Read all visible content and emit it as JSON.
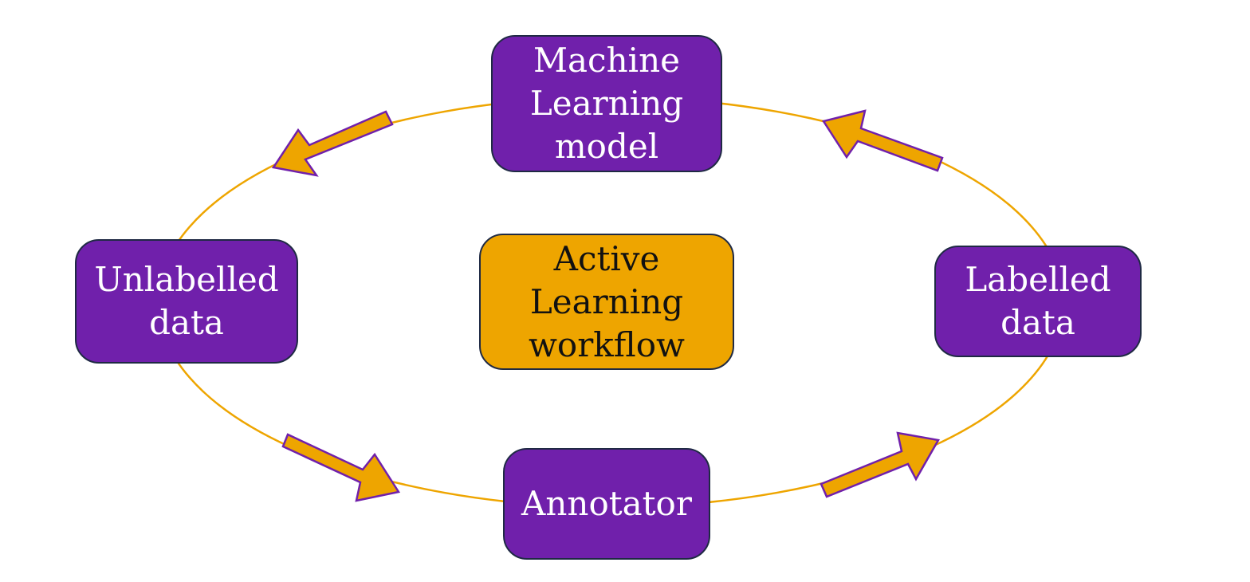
{
  "diagram": {
    "colors": {
      "node_fill": "#7020ab",
      "center_fill": "#eea500",
      "cycle_stroke": "#eea500",
      "arrow_fill": "#eea500",
      "arrow_outline": "#7020ab",
      "node_border": "#1f2a44"
    },
    "nodes": {
      "model": "Machine\nLearning\nmodel",
      "unlabelled": "Unlabelled\ndata",
      "labelled": "Labelled\ndata",
      "annotator": "Annotator",
      "center": "Active\nLearning\nworkflow"
    }
  }
}
